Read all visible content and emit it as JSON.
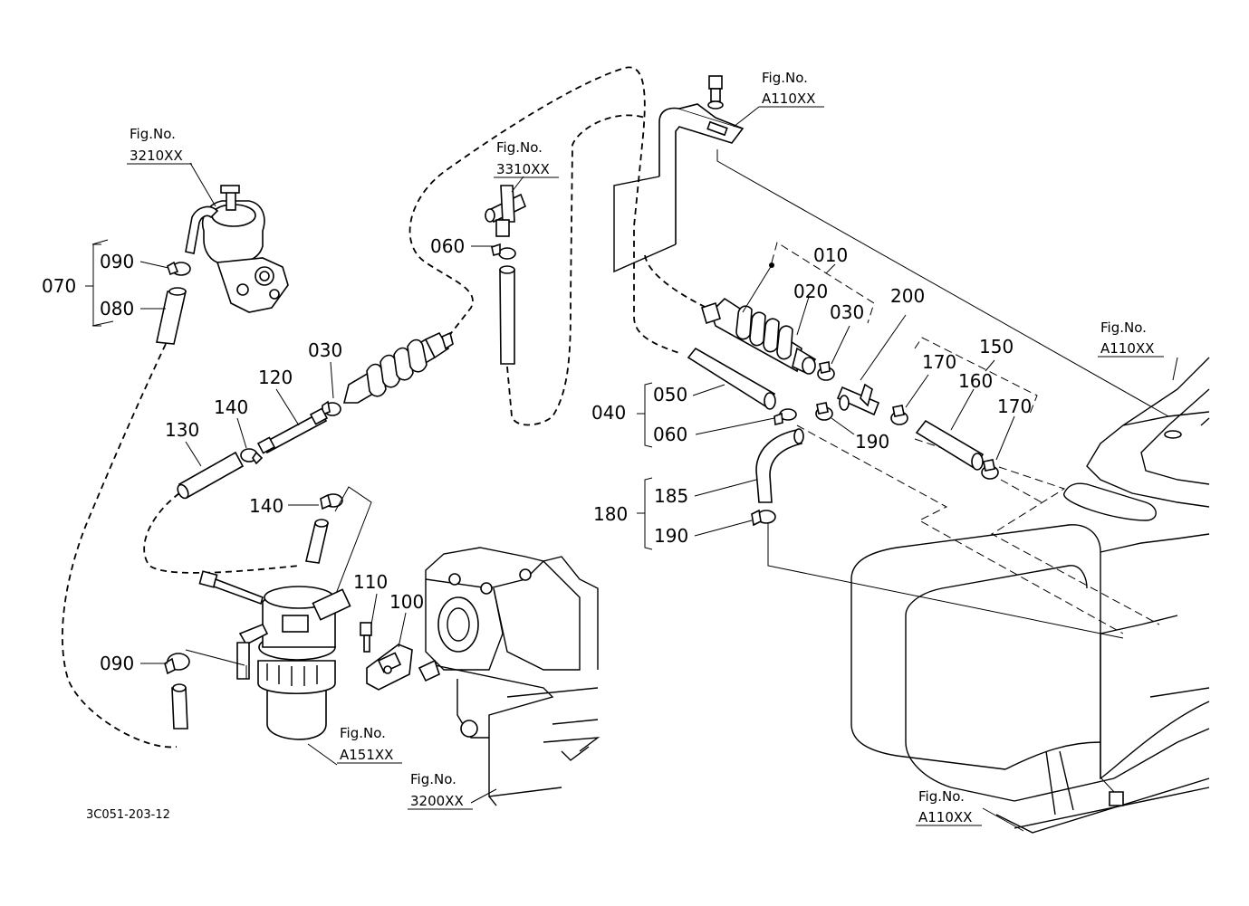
{
  "callouts": {
    "p010": "010",
    "p020": "020",
    "p030_a": "030",
    "p030_b": "030",
    "p040": "040",
    "p050": "050",
    "p060_a": "060",
    "p060_b": "060",
    "p070": "070",
    "p080": "080",
    "p090_a": "090",
    "p090_b": "090",
    "p100": "100",
    "p110": "110",
    "p120": "120",
    "p130": "130",
    "p140_a": "140",
    "p140_b": "140",
    "p150": "150",
    "p160": "160",
    "p170_a": "170",
    "p170_b": "170",
    "p180": "180",
    "p185": "185",
    "p190_a": "190",
    "p190_b": "190",
    "p200": "200"
  },
  "references": {
    "fig_label": "Fig.No.",
    "fuel_pump": "3210XX",
    "tee_fitting": "3310XX",
    "bracket_top": "A110XX",
    "tank_right": "A110XX",
    "tank_bottom": "A110XX",
    "filter": "A151XX",
    "engine": "3200XX"
  },
  "diagram_code": "3C051-203-12"
}
